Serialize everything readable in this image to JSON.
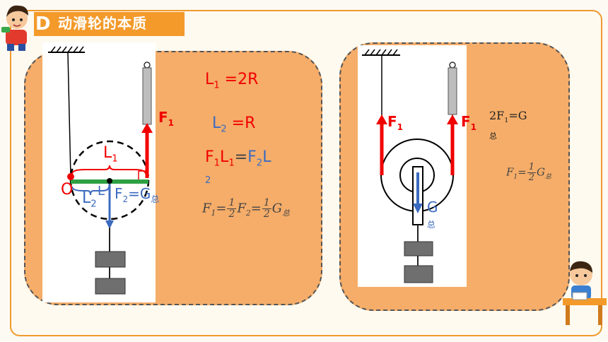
{
  "section": {
    "number": "D",
    "title": "动滑轮的本质"
  },
  "left_panel": {
    "force_label": "F",
    "force_sub": "1",
    "distance_L1": "L",
    "distance_L1_sub": "1",
    "distance_L2": "L",
    "distance_L2_sub": "2",
    "pivot_label": "O",
    "load_label": "F",
    "load_label_sub": "2",
    "load_label_eq": "=G",
    "load_label_sub2": "总",
    "small_L": "L",
    "eq1": {
      "lhs": "L",
      "lhs_sub": "1",
      "rhs": " =2R"
    },
    "eq2": {
      "lhs": "L",
      "lhs_sub": "2",
      "rhs": " =R"
    },
    "eq3": {
      "a": "F",
      "a_sub": "1",
      "b": "L",
      "b_sub": "1",
      "c": "=",
      "d": "F",
      "d_sub": "2",
      "e": "L",
      "e_sub": "2"
    },
    "eq4": {
      "lhs": "F",
      "lhs_sub": "1",
      "eq": "=",
      "frac_num": "1",
      "frac_den": "2",
      "mid": "F",
      "mid_sub": "2",
      "eq2": "=",
      "frac2_num": "1",
      "frac2_den": "2",
      "g": "G",
      "g_sub": "总"
    }
  },
  "right_panel": {
    "force_left": "F",
    "force_left_sub": "1",
    "force_right": "F",
    "force_right_sub": "1",
    "load_label": "G",
    "load_label_sub": "总",
    "eq1": {
      "a": "2F",
      "a_sub": "1",
      "b": "=G",
      "b_sub": "总"
    },
    "eq2": {
      "lhs": "F",
      "lhs_sub": "1",
      "eq": "=",
      "frac_num": "1",
      "frac_den": "2",
      "g": "G",
      "g_sub": "总"
    }
  }
}
